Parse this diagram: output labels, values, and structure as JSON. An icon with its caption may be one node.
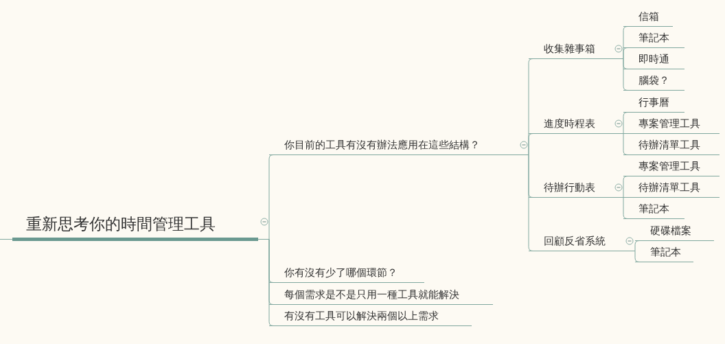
{
  "diagram": {
    "nodes": [
      {
        "text": [
          "重新思考你的時間管理工具"
        ]
      },
      {
        "text": [
          "你目前的工具有沒有辦法應用在這些結構？"
        ]
      },
      {
        "text": [
          "收集雜事箱"
        ]
      },
      {
        "text": [
          "信箱"
        ]
      },
      {
        "text": [
          "筆記本"
        ]
      },
      {
        "text": [
          "即時通"
        ]
      },
      {
        "text": [
          "腦袋？"
        ]
      },
      {
        "text": [
          "進度時程表"
        ]
      },
      {
        "text": [
          "行事曆"
        ]
      },
      {
        "text": [
          "專案管理工具"
        ]
      },
      {
        "text": [
          "待辦清單工具"
        ]
      },
      {
        "text": [
          "待辦行動表"
        ]
      },
      {
        "text": [
          "專案管理工具"
        ]
      },
      {
        "text": [
          "待辦清單工具"
        ]
      },
      {
        "text": [
          "筆記本"
        ]
      },
      {
        "text": [
          "回顧反省系統"
        ]
      },
      {
        "text": [
          "硬碟檔案"
        ]
      },
      {
        "text": [
          "筆記本"
        ]
      },
      {
        "text": [
          "你有沒有少了哪個環節？"
        ]
      },
      {
        "text": [
          "每個需求是不是只用一種工具就能解決"
        ]
      },
      {
        "text": [
          "有沒有工具可以解決兩個以上需求"
        ]
      }
    ],
    "edges": [
      {
        "from": null,
        "to": 0,
        "arrow": "none"
      },
      {
        "from": 0,
        "to": 1,
        "arrow": "none"
      },
      {
        "from": 1,
        "to": 2,
        "arrow": "none"
      },
      {
        "from": 2,
        "to": 3,
        "arrow": "none"
      },
      {
        "from": 2,
        "to": 4,
        "arrow": "none"
      },
      {
        "from": 2,
        "to": 5,
        "arrow": "none"
      },
      {
        "from": 2,
        "to": 6,
        "arrow": "none"
      },
      {
        "from": 1,
        "to": 7,
        "arrow": "none"
      },
      {
        "from": 7,
        "to": 8,
        "arrow": "none"
      },
      {
        "from": 7,
        "to": 9,
        "arrow": "none"
      },
      {
        "from": 7,
        "to": 10,
        "arrow": "none"
      },
      {
        "from": 1,
        "to": 11,
        "arrow": "none"
      },
      {
        "from": 11,
        "to": 12,
        "arrow": "none"
      },
      {
        "from": 11,
        "to": 13,
        "arrow": "none"
      },
      {
        "from": 11,
        "to": 14,
        "arrow": "none"
      },
      {
        "from": 1,
        "to": 15,
        "arrow": "none"
      },
      {
        "from": 15,
        "to": 16,
        "arrow": "none"
      },
      {
        "from": 15,
        "to": 17,
        "arrow": "none"
      },
      {
        "from": 0,
        "to": 18,
        "arrow": "none"
      },
      {
        "from": 0,
        "to": 19,
        "arrow": "none"
      },
      {
        "from": 0,
        "to": 20,
        "arrow": "none"
      }
    ]
  }
}
